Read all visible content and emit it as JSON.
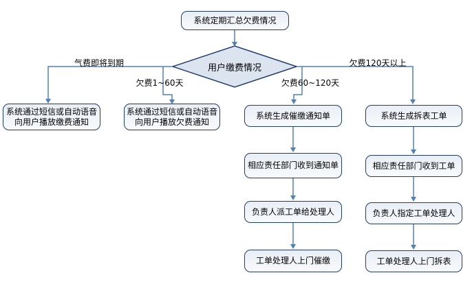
{
  "flowchart": {
    "start": "系统定期汇总欠费情况",
    "decision": "用户缴费情况",
    "branch_labels": {
      "left": "气费即将到期",
      "mid_left": "欠费1~60天",
      "mid_right": "欠费60~120天",
      "right": "欠费120天以上"
    },
    "columns": {
      "notify_due": [
        "系统通过短信或自动语音向用户播放缴费通知"
      ],
      "notify_arrears": [
        "系统通过短信或自动语音向用户播放欠费通知"
      ],
      "collection": [
        "系统生成催缴通知单",
        "相应责任部门收到通知单",
        "负责人派工单给处理人",
        "工单处理人上门催缴"
      ],
      "meter_removal": [
        "系统生成拆表工单",
        "相应责任部门收到工单",
        "负责人指定工单处理人",
        "工单处理人上门拆表"
      ]
    },
    "colors": {
      "node_fill": "#e9eef6",
      "node_border": "#1f3c6d",
      "decision_fill": "#dce4f0",
      "connector": "#4f81bd",
      "text": "#000000"
    }
  }
}
